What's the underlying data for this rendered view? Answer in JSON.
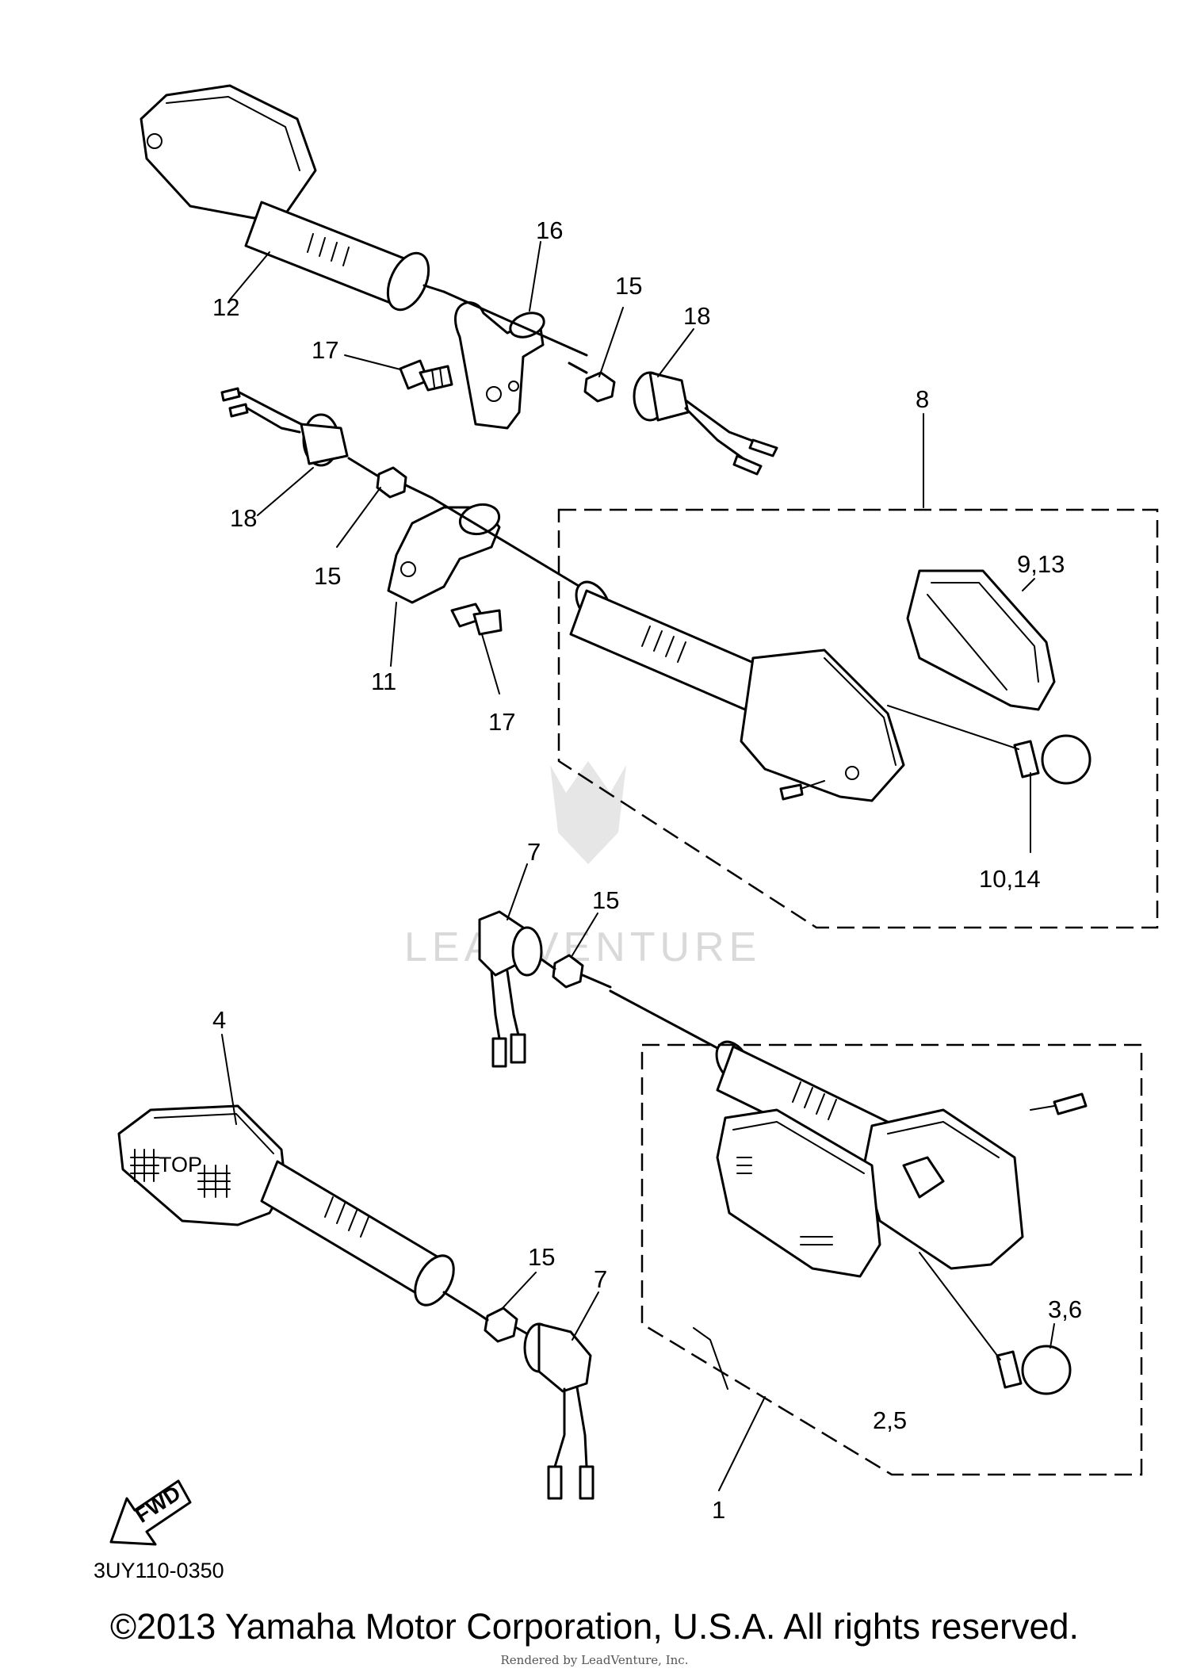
{
  "diagram_code": "3UY110-0350",
  "copyright": "©2013 Yamaha Motor Corporation, U.S.A. All rights reserved.",
  "rendered_by": "Rendered by LeadVenture, Inc.",
  "watermark": "LEADVENTURE",
  "fwd_label": "FWD",
  "top_mark": "TOP",
  "callouts": {
    "c1": "1",
    "c2_5": "2,5",
    "c3_6": "3,6",
    "c4": "4",
    "c7_upper": "7",
    "c7_lower": "7",
    "c8": "8",
    "c9_13": "9,13",
    "c10_14": "10,14",
    "c11": "11",
    "c12": "12",
    "c15_a": "15",
    "c15_b": "15",
    "c15_c": "15",
    "c15_d": "15",
    "c16": "16",
    "c17_a": "17",
    "c17_b": "17",
    "c18_a": "18",
    "c18_b": "18"
  }
}
